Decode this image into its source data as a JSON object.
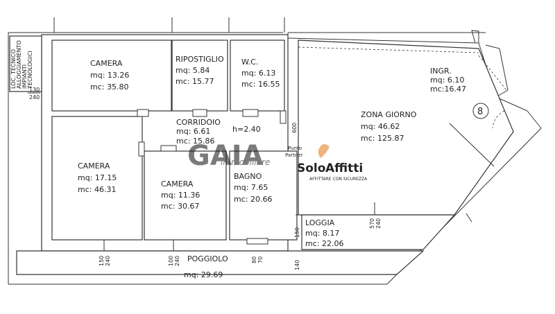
{
  "rooms": {
    "camera_top": {
      "name": "CAMERA",
      "mq": "mq: 13.26",
      "mc": "mc: 35.80"
    },
    "ripostiglio": {
      "name": "RIPOSTIGLIO",
      "mq": "mq:  5.84",
      "mc": "mc: 15.77"
    },
    "wc": {
      "name": "W.C.",
      "mq": "mq:  6.13",
      "mc": "mc: 16.55"
    },
    "corridoio": {
      "name": "CORRIDOIO",
      "mq": "mq:  6.61",
      "mc": "mc: 15.86",
      "h": "h=2.40"
    },
    "zona_giorno": {
      "name": "ZONA  GIORNO",
      "mq": "mq:  46.62",
      "mc": "mc: 125.87"
    },
    "ingresso": {
      "name": "INGR.",
      "mq": "mq:  6.10",
      "mc": "mc:16.47"
    },
    "camera_left": {
      "name": "CAMERA",
      "mq": "mq: 17.15",
      "mc": "mc: 46.31"
    },
    "camera_mid": {
      "name": "CAMERA",
      "mq": "mq: 11.36",
      "mc": "mc: 30.67"
    },
    "bagno": {
      "name": "BAGNO",
      "mq": "mq:  7.65",
      "mc": "mc: 20.66"
    },
    "loggia": {
      "name": "LOGGIA",
      "mq": "mq:  8.17",
      "mc": "mc: 22.06"
    },
    "poggiolo": {
      "name": "POGGIOLO",
      "mq": "mq: 29.69"
    }
  },
  "tecnico_label": [
    "LOC. TECNICO",
    "ALLOGGIAMENTO",
    "IMPIANTI",
    "TECNOLOGICI"
  ],
  "dimensions": {
    "d130": "130",
    "d240a": "240",
    "d600": "600",
    "d150a": "150",
    "d240b": "240",
    "d100": "100",
    "d240c": "240",
    "d80": "80",
    "d70": "70",
    "d570": "570",
    "d240d": "240",
    "d150b": "150",
    "d140": "140"
  },
  "marker": "8",
  "logos": {
    "gaia_sub": "immobiliare",
    "punto": "Punto",
    "partner": "Partner",
    "solo_a": "Solo",
    "solo_b": "Affitti",
    "tagline": "AFFITTARE CON SICUREZZA"
  },
  "colors": {
    "wall": "#333333",
    "orange": "#e8a66a",
    "blue": "#2a62a8",
    "watermark": "#c9b9a8"
  }
}
